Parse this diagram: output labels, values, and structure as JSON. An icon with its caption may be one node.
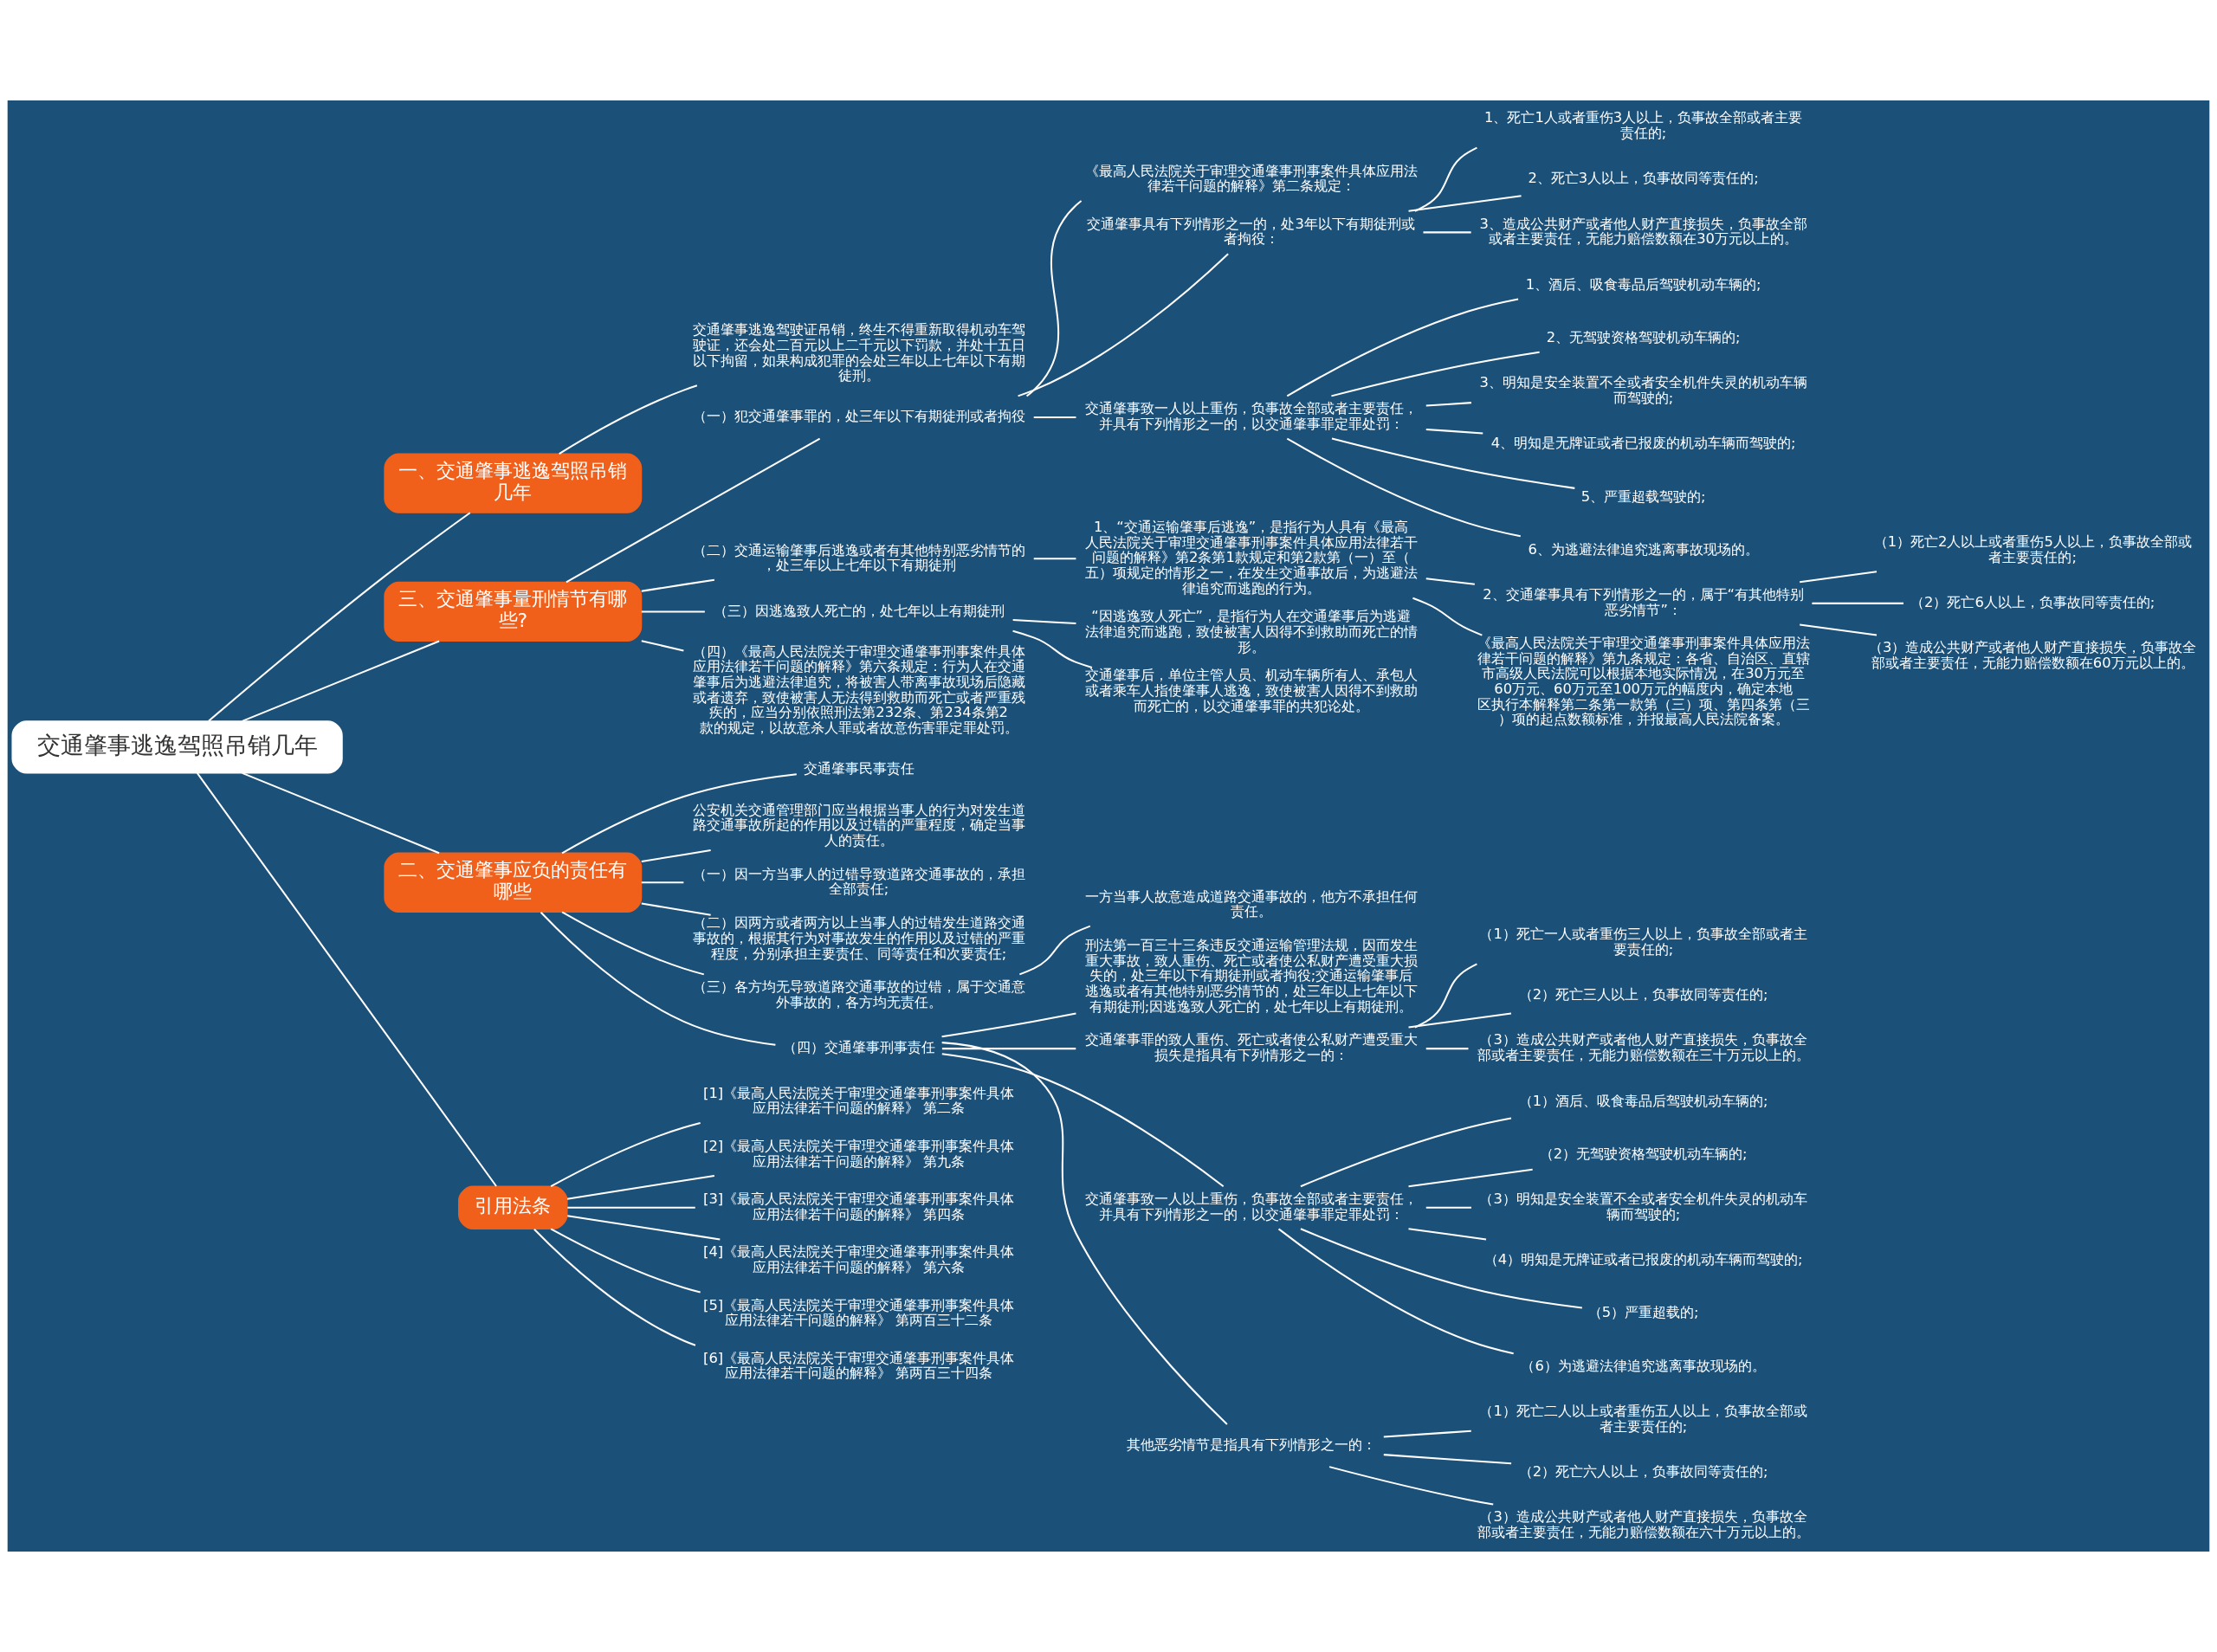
{
  "diagram": {
    "nodes": [
      {
        "text": [
          "交通肇事逃逸驾照吊销几年"
        ]
      },
      {
        "text": [
          "一、交通肇事逃逸驾照吊销几年"
        ]
      },
      {
        "text": [
          "交通肇事逃逸驾驶证吊销，终生不得重新取得机动车驾驶证，还会处二百元以上二千元以下罚款，并处十五日以下拘留，如果构成犯罪的会处三年以上七年以下有期徒刑。"
        ]
      },
      {
        "text": [
          "三、交通肇事量刑情节有哪些?"
        ]
      },
      {
        "text": [
          "（一）犯交通肇事罪的，处三年以下有期徒刑或者拘役"
        ]
      },
      {
        "text": [
          "《最高人民法院关于审理交通肇事刑事案件具体应用法律若干问题的解释》第二条规定："
        ]
      },
      {
        "text": [
          "交通肇事具有下列情形之一的，处3年以下有期徒刑或者拘役："
        ]
      },
      {
        "text": [
          "1、死亡1人或者重伤3人以上，负事故全部或者主要责任的;"
        ]
      },
      {
        "text": [
          "2、死亡3人以上，负事故同等责任的;"
        ]
      },
      {
        "text": [
          "3、造成公共财产或者他人财产直接损失，负事故全部或者主要责任，无能力赔偿数额在30万元以上的。"
        ]
      },
      {
        "text": [
          "交通肇事致一人以上重伤，负事故全部或者主要责任，并具有下列情形之一的，以交通肇事罪定罪处罚："
        ]
      },
      {
        "text": [
          "1、酒后、吸食毒品后驾驶机动车辆的;"
        ]
      },
      {
        "text": [
          "2、无驾驶资格驾驶机动车辆的;"
        ]
      },
      {
        "text": [
          "3、明知是安全装置不全或者安全机件失灵的机动车辆而驾驶的;"
        ]
      },
      {
        "text": [
          "4、明知是无牌证或者已报废的机动车辆而驾驶的;"
        ]
      },
      {
        "text": [
          "5、严重超载驾驶的;"
        ]
      },
      {
        "text": [
          "6、为逃避法律追究逃离事故现场的。"
        ]
      },
      {
        "text": [
          "（二）交通运输肇事后逃逸或者有其他特别恶劣情节的，处三年以上七年以下有期徒刑"
        ]
      },
      {
        "text": [
          "1、“交通运输肇事后逃逸”，是指行为人具有《最高人民法院关于审理交通肇事刑事案件具体应用法律若干问题的解释》第2条第1款规定和第2款第（一）至（五）项规定的情形之一，在发生交通事故后，为逃避法律追究而逃跑的行为。"
        ]
      },
      {
        "text": [
          "2、交通肇事具有下列情形之一的，属于“有其他特别恶劣情节”："
        ]
      },
      {
        "text": [
          "（1）死亡2人以上或者重伤5人以上，负事故全部或者主要责任的;"
        ]
      },
      {
        "text": [
          "（2）死亡6人以上，负事故同等责任的;"
        ]
      },
      {
        "text": [
          "（3）造成公共财产或者他人财产直接损失，负事故全部或者主要责任，无能力赔偿数额在60万元以上的。"
        ]
      },
      {
        "text": [
          "《最高人民法院关于审理交通肇事刑事案件具体应用法律若干问题的解释》第九条规定：各省、自治区、直辖市高级人民法院可以根据本地实际情况，在30万元至60万元、60万元至100万元的幅度内，确定本地区执行本解释第二条第一款第（三）项、第四条第（三）项的起点数额标准，并报最高人民法院备案。"
        ]
      },
      {
        "text": [
          "（三）因逃逸致人死亡的，处七年以上有期徒刑"
        ]
      },
      {
        "text": [
          "“因逃逸致人死亡”，是指行为人在交通肇事后为逃避法律追究而逃跑，致使被害人因得不到救助而死亡的情形。"
        ]
      },
      {
        "text": [
          "交通肇事后，单位主管人员、机动车辆所有人、承包人或者乘车人指使肇事人逃逸，致使被害人因得不到救助而死亡的，以交通肇事罪的共犯论处。"
        ]
      },
      {
        "text": [
          "（四）《最高人民法院关于审理交通肇事刑事案件具体应用法律若干问题的解释》第六条规定：行为人在交通肇事后为逃避法律追究，将被害人带离事故现场后隐藏或者遗弃，致使被害人无法得到救助而死亡或者严重残疾的，应当分别依照刑法第232条、第234条第2款的规定，以故意杀人罪或者故意伤害罪定罪处罚。"
        ]
      },
      {
        "text": [
          "二、交通肇事应负的责任有哪些"
        ]
      },
      {
        "text": [
          "交通肇事民事责任"
        ]
      },
      {
        "text": [
          "公安机关交通管理部门应当根据当事人的行为对发生道路交通事故所起的作用以及过错的严重程度，确定当事人的责任。"
        ]
      },
      {
        "text": [
          "（一）因一方当事人的过错导致道路交通事故的，承担全部责任;"
        ]
      },
      {
        "text": [
          "（二）因两方或者两方以上当事人的过错发生道路交通事故的，根据其行为对事故发生的作用以及过错的严重程度，分别承担主要责任、同等责任和次要责任;"
        ]
      },
      {
        "text": [
          "（三）各方均无导致道路交通事故的过错，属于交通意外事故的，各方均无责任。"
        ]
      },
      {
        "text": [
          "一方当事人故意造成道路交通事故的，他方不承担任何责任。"
        ]
      },
      {
        "text": [
          "（四）交通肇事刑事责任"
        ]
      },
      {
        "text": [
          "刑法第一百三十三条违反交通运输管理法规，因而发生重大事故，致人重伤、死亡或者使公私财产遭受重大损失的，处三年以下有期徒刑或者拘役;交通运输肇事后逃逸或者有其他特别恶劣情节的，处三年以上七年以下有期徒刑;因逃逸致人死亡的，处七年以上有期徒刑。"
        ]
      },
      {
        "text": [
          "交通肇事罪的致人重伤、死亡或者使公私财产遭受重大损失是指具有下列情形之一的："
        ]
      },
      {
        "text": [
          "（1）死亡一人或者重伤三人以上，负事故全部或者主要责任的;"
        ]
      },
      {
        "text": [
          "（2）死亡三人以上，负事故同等责任的;"
        ]
      },
      {
        "text": [
          "（3）造成公共财产或者他人财产直接损失，负事故全部或者主要责任，无能力赔偿数额在三十万元以上的。"
        ]
      },
      {
        "text": [
          "交通肇事致一人以上重伤，负事故全部或者主要责任，并具有下列情形之一的，以交通肇事罪定罪处罚："
        ]
      },
      {
        "text": [
          "（1）酒后、吸食毒品后驾驶机动车辆的;"
        ]
      },
      {
        "text": [
          "（2）无驾驶资格驾驶机动车辆的;"
        ]
      },
      {
        "text": [
          "（3）明知是安全装置不全或者安全机件失灵的机动车辆而驾驶的;"
        ]
      },
      {
        "text": [
          "（4）明知是无牌证或者已报废的机动车辆而驾驶的;"
        ]
      },
      {
        "text": [
          "（5）严重超载的;"
        ]
      },
      {
        "text": [
          "（6）为逃避法律追究逃离事故现场的。"
        ]
      },
      {
        "text": [
          "其他恶劣情节是指具有下列情形之一的："
        ]
      },
      {
        "text": [
          "（1）死亡二人以上或者重伤五人以上，负事故全部或者主要责任的;"
        ]
      },
      {
        "text": [
          "（2）死亡六人以上，负事故同等责任的;"
        ]
      },
      {
        "text": [
          "（3）造成公共财产或者他人财产直接损失，负事故全部或者主要责任，无能力赔偿数额在六十万元以上的。"
        ]
      },
      {
        "text": [
          "引用法条"
        ]
      },
      {
        "text": [
          "[1]《最高人民法院关于审理交通肇事刑事案件具体应用法律若干问题的解释》 第二条"
        ]
      },
      {
        "text": [
          "[2]《最高人民法院关于审理交通肇事刑事案件具体应用法律若干问题的解释》 第九条"
        ]
      },
      {
        "text": [
          "[3]《最高人民法院关于审理交通肇事刑事案件具体应用法律若干问题的解释》 第四条"
        ]
      },
      {
        "text": [
          "[4]《最高人民法院关于审理交通肇事刑事案件具体应用法律若干问题的解释》 第六条"
        ]
      },
      {
        "text": [
          "[5]《最高人民法院关于审理交通肇事刑事案件具体应用法律若干问题的解释》 第两百三十二条"
        ]
      },
      {
        "text": [
          "[6]《最高人民法院关于审理交通肇事刑事案件具体应用法律若干问题的解释》 第两百三十四条"
        ]
      }
    ],
    "edges": [
      {
        "from": 0,
        "to": 1,
        "arrow": "none"
      },
      {
        "from": 0,
        "to": 3,
        "arrow": "none"
      },
      {
        "from": 0,
        "to": 28,
        "arrow": "none"
      },
      {
        "from": 0,
        "to": 52,
        "arrow": "none"
      },
      {
        "from": 1,
        "to": 2,
        "arrow": "none"
      },
      {
        "from": 3,
        "to": 4,
        "arrow": "none"
      },
      {
        "from": 3,
        "to": 17,
        "arrow": "none"
      },
      {
        "from": 3,
        "to": 24,
        "arrow": "none"
      },
      {
        "from": 3,
        "to": 27,
        "arrow": "none"
      },
      {
        "from": 4,
        "to": 5,
        "arrow": "none"
      },
      {
        "from": 4,
        "to": 6,
        "arrow": "none"
      },
      {
        "from": 4,
        "to": 10,
        "arrow": "none"
      },
      {
        "from": 6,
        "to": 7,
        "arrow": "none"
      },
      {
        "from": 6,
        "to": 8,
        "arrow": "none"
      },
      {
        "from": 6,
        "to": 9,
        "arrow": "none"
      },
      {
        "from": 10,
        "to": 11,
        "arrow": "none"
      },
      {
        "from": 10,
        "to": 12,
        "arrow": "none"
      },
      {
        "from": 10,
        "to": 13,
        "arrow": "none"
      },
      {
        "from": 10,
        "to": 14,
        "arrow": "none"
      },
      {
        "from": 10,
        "to": 15,
        "arrow": "none"
      },
      {
        "from": 10,
        "to": 16,
        "arrow": "none"
      },
      {
        "from": 17,
        "to": 18,
        "arrow": "none"
      },
      {
        "from": 18,
        "to": 19,
        "arrow": "none"
      },
      {
        "from": 18,
        "to": 23,
        "arrow": "none"
      },
      {
        "from": 19,
        "to": 20,
        "arrow": "none"
      },
      {
        "from": 19,
        "to": 21,
        "arrow": "none"
      },
      {
        "from": 19,
        "to": 22,
        "arrow": "none"
      },
      {
        "from": 24,
        "to": 25,
        "arrow": "none"
      },
      {
        "from": 24,
        "to": 26,
        "arrow": "none"
      },
      {
        "from": 28,
        "to": 29,
        "arrow": "none"
      },
      {
        "from": 28,
        "to": 30,
        "arrow": "none"
      },
      {
        "from": 28,
        "to": 31,
        "arrow": "none"
      },
      {
        "from": 28,
        "to": 32,
        "arrow": "none"
      },
      {
        "from": 28,
        "to": 33,
        "arrow": "none"
      },
      {
        "from": 28,
        "to": 35,
        "arrow": "none"
      },
      {
        "from": 33,
        "to": 34,
        "arrow": "none"
      },
      {
        "from": 35,
        "to": 36,
        "arrow": "none"
      },
      {
        "from": 35,
        "to": 37,
        "arrow": "none"
      },
      {
        "from": 35,
        "to": 41,
        "arrow": "none"
      },
      {
        "from": 35,
        "to": 48,
        "arrow": "none"
      },
      {
        "from": 37,
        "to": 38,
        "arrow": "none"
      },
      {
        "from": 37,
        "to": 39,
        "arrow": "none"
      },
      {
        "from": 37,
        "to": 40,
        "arrow": "none"
      },
      {
        "from": 41,
        "to": 42,
        "arrow": "none"
      },
      {
        "from": 41,
        "to": 43,
        "arrow": "none"
      },
      {
        "from": 41,
        "to": 44,
        "arrow": "none"
      },
      {
        "from": 41,
        "to": 45,
        "arrow": "none"
      },
      {
        "from": 41,
        "to": 46,
        "arrow": "none"
      },
      {
        "from": 41,
        "to": 47,
        "arrow": "none"
      },
      {
        "from": 48,
        "to": 49,
        "arrow": "none"
      },
      {
        "from": 48,
        "to": 50,
        "arrow": "none"
      },
      {
        "from": 48,
        "to": 51,
        "arrow": "none"
      },
      {
        "from": 52,
        "to": 53,
        "arrow": "none"
      },
      {
        "from": 52,
        "to": 54,
        "arrow": "none"
      },
      {
        "from": 52,
        "to": 55,
        "arrow": "none"
      },
      {
        "from": 52,
        "to": 56,
        "arrow": "none"
      },
      {
        "from": 52,
        "to": 57,
        "arrow": "none"
      },
      {
        "from": 52,
        "to": 58,
        "arrow": "none"
      }
    ]
  }
}
